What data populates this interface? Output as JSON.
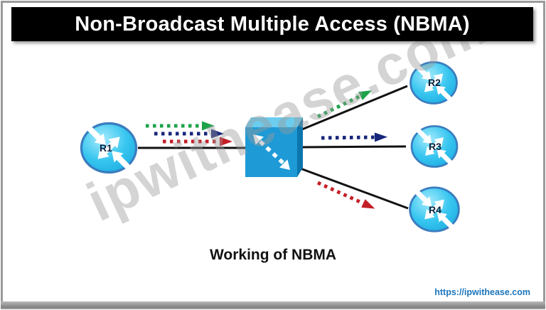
{
  "title": "Non-Broadcast Multiple Access (NBMA)",
  "caption": "Working of NBMA",
  "watermark": "ipwithease.com",
  "footer": {
    "link": "https://ipwithease.com"
  },
  "devices": {
    "r1": {
      "label": "R1"
    },
    "r2": {
      "label": "R2"
    },
    "r3": {
      "label": "R3"
    },
    "r4": {
      "label": "R4"
    }
  },
  "flows": {
    "to_r2": {
      "color": "#1CA34A"
    },
    "to_r3": {
      "color": "#17267B"
    },
    "to_r4": {
      "color": "#C41E26"
    }
  },
  "colors": {
    "title_bg": "#000000",
    "title_fg": "#FFFFFF",
    "link_line": "#111111",
    "router_fill": "#38C6F0",
    "router_highlight": "#A5EBFC",
    "router_deep": "#1BABE0",
    "router_border": "#3A7DBF",
    "switch_front": "#1E9AD6",
    "switch_top": "#6CCDEF",
    "switch_side": "#0C76AC",
    "switch_arrow": "#FFFFFF",
    "footer_link": "#1B75BC",
    "watermark": "#9A9A9A"
  }
}
